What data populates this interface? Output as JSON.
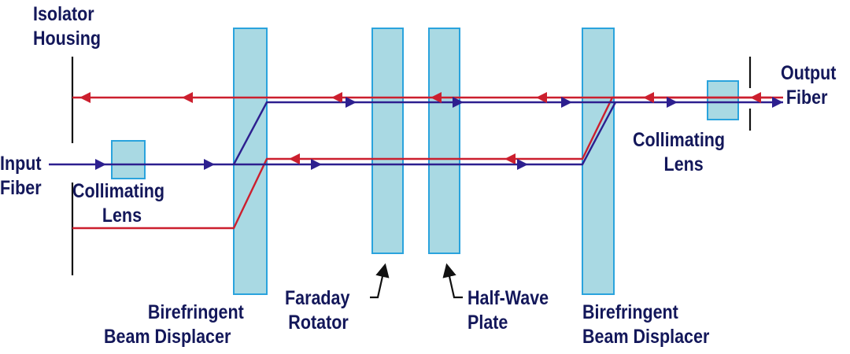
{
  "labels": {
    "isolator_housing": [
      "Isolator",
      "Housing"
    ],
    "input_fiber": [
      "Input",
      "Fiber"
    ],
    "collimating_lens_left": [
      "Collimating",
      "Lens"
    ],
    "birefringent_left": [
      "Birefringent",
      "Beam Displacer"
    ],
    "faraday_rotator": [
      "Faraday",
      "Rotator"
    ],
    "half_wave_plate": [
      "Half-Wave",
      "Plate"
    ],
    "birefringent_right": [
      "Birefringent",
      "Beam Displacer"
    ],
    "collimating_lens_right": [
      "Collimating",
      "Lens"
    ],
    "output_fiber": [
      "Output",
      "Fiber"
    ]
  },
  "colors": {
    "component_fill": "#a9d9e3",
    "component_stroke": "#2aa3dd",
    "forward_beam": "#2d1f8f",
    "backward_beam": "#cc1f2e",
    "housing": "#111111",
    "label_text": "#13175a"
  }
}
